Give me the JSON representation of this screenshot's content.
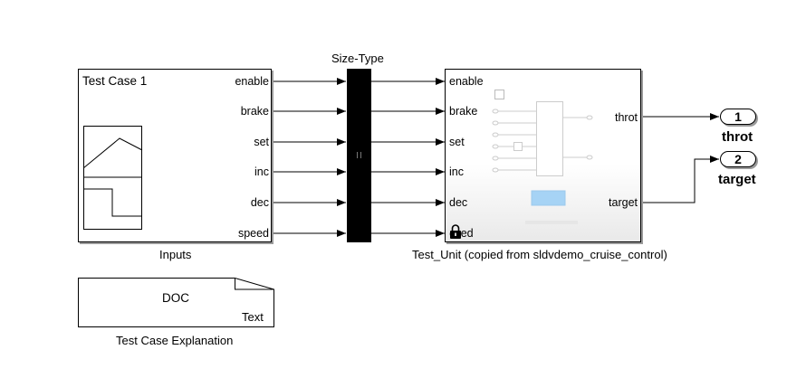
{
  "signal_builder": {
    "title": "Test Case 1",
    "outputs": [
      "enable",
      "brake",
      "set",
      "inc",
      "dec",
      "speed"
    ],
    "caption": "Inputs"
  },
  "mux": {
    "caption": "Size-Type",
    "icon": "equals-mark"
  },
  "subsystem": {
    "inputs": [
      "enable",
      "brake",
      "set",
      "inc",
      "dec",
      "ꝏed"
    ],
    "outputs": [
      "throt",
      "target"
    ],
    "caption": "Test_Unit (copied from sldvdemo_cruise_control)",
    "lock_icon": "padlock-icon"
  },
  "outports": [
    {
      "number": "1",
      "label": "throt"
    },
    {
      "number": "2",
      "label": "target"
    }
  ],
  "doc_block": {
    "title": "DOC",
    "type_label": "Text",
    "caption": "Test Case Explanation"
  },
  "colors": {
    "preview_blue": "#a6d3f5",
    "shadow": "#9a9a9a",
    "mux_fill": "#000000"
  }
}
